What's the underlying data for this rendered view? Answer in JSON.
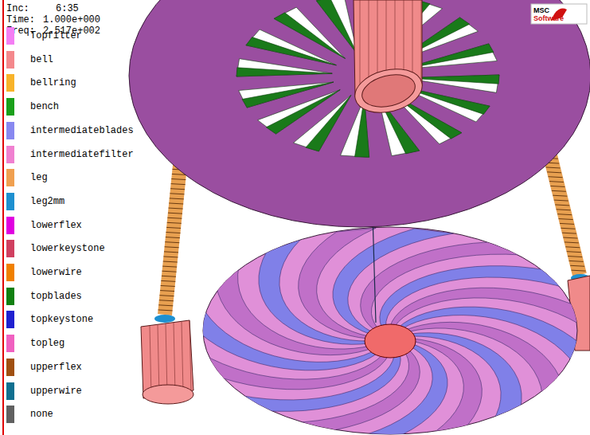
{
  "diagram": {
    "labels": [
      "Inc:",
      "6:35",
      "Time:",
      "1.000e+000",
      "Freq:",
      "2.517e+002",
      "MSC",
      "Software"
    ],
    "legend": [
      {
        "text": "Topfilter",
        "color": "#f47ef4"
      },
      {
        "text": "bell",
        "color": "#f4888c"
      },
      {
        "text": "bellring",
        "color": "#f8b32a"
      },
      {
        "text": "bench",
        "color": "#1aa01a"
      },
      {
        "text": "intermediateblades",
        "color": "#8888f0"
      },
      {
        "text": "intermediatefilter",
        "color": "#f080d0"
      },
      {
        "text": "leg",
        "color": "#f0a050"
      },
      {
        "text": "leg2mm",
        "color": "#1e90d0"
      },
      {
        "text": "lowerflex",
        "color": "#e000e0"
      },
      {
        "text": "lowerkeystone",
        "color": "#d04060"
      },
      {
        "text": "lowerwire",
        "color": "#f08000"
      },
      {
        "text": "topblades",
        "color": "#108010"
      },
      {
        "text": "topkeystone",
        "color": "#2020d0"
      },
      {
        "text": "topleg",
        "color": "#f060c0"
      },
      {
        "text": "upperflex",
        "color": "#a05010"
      },
      {
        "text": "upperwire",
        "color": "#107090"
      },
      {
        "text": "none",
        "color": "#606060"
      }
    ]
  }
}
